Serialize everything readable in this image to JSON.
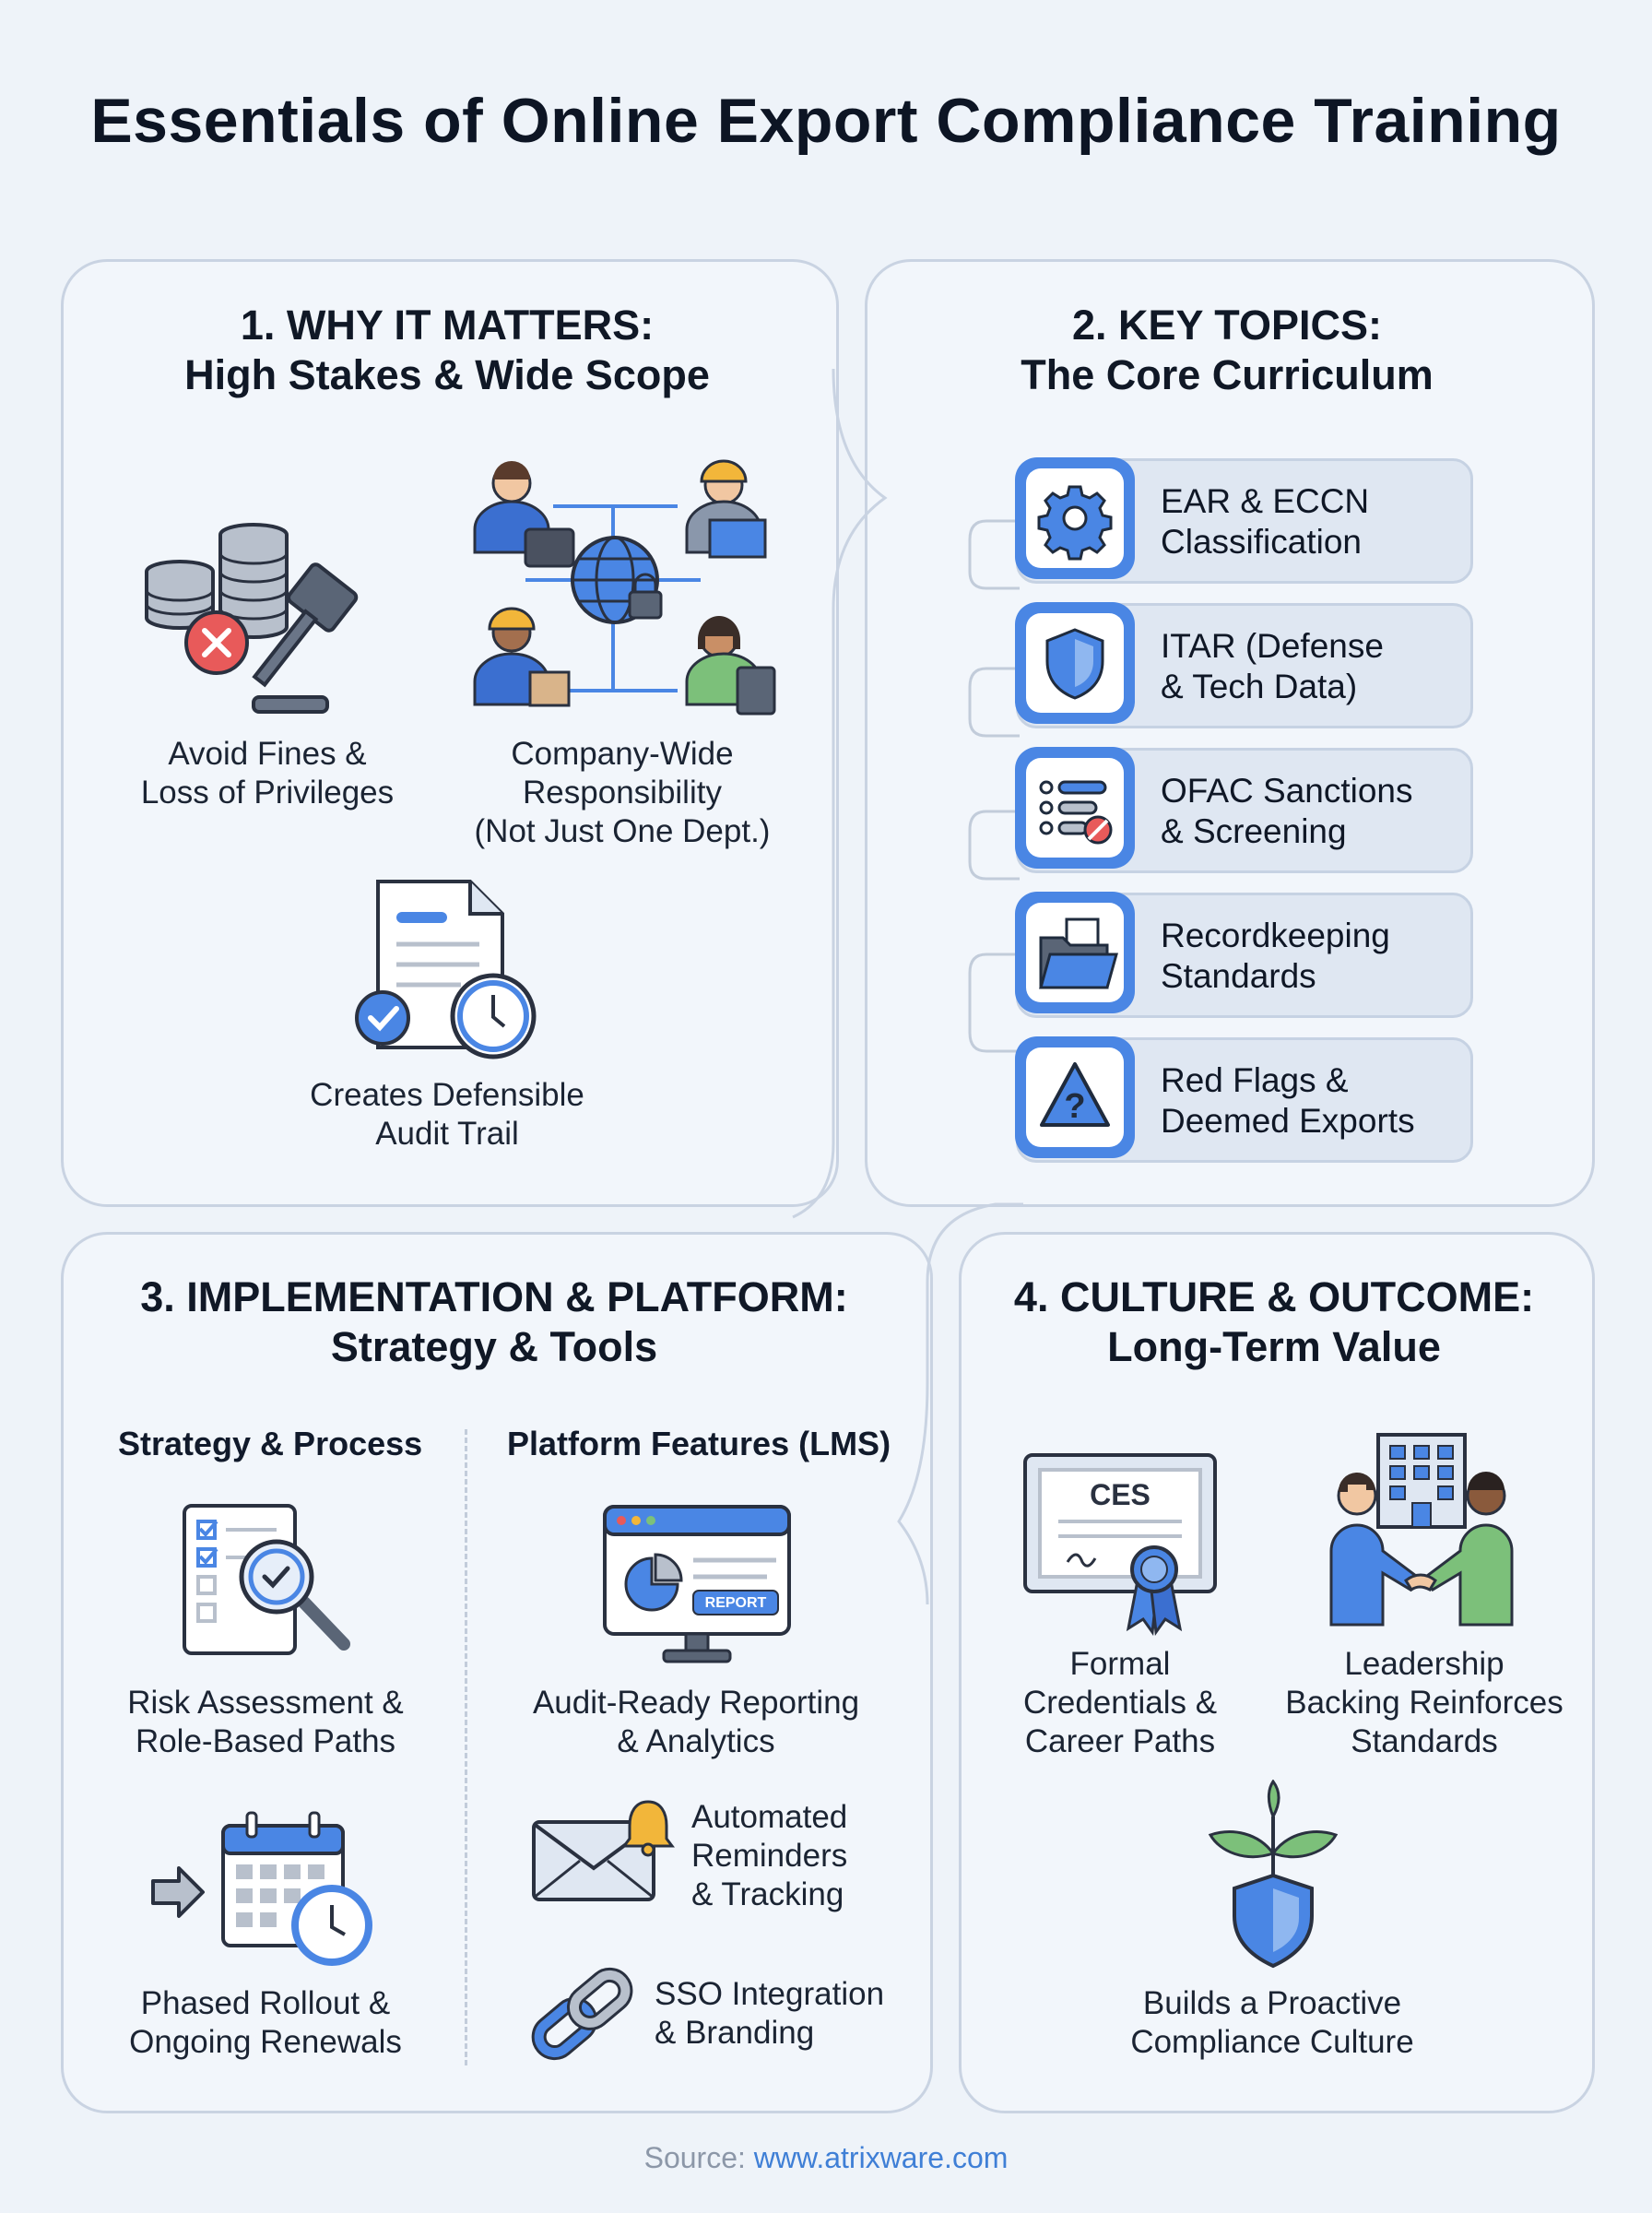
{
  "title": "Essentials of Online Export Compliance Training",
  "panels": {
    "p1": {
      "heading_line1": "1. WHY IT MATTERS:",
      "heading_line2": "High Stakes & Wide Scope",
      "items": [
        {
          "line1": "Avoid Fines &",
          "line2": "Loss of Privileges",
          "icon": "gavel-fine-icon"
        },
        {
          "line1": "Company-Wide",
          "line2": "Responsibility",
          "line3": "(Not Just One Dept.)",
          "icon": "team-network-icon"
        },
        {
          "line1": "Creates Defensible",
          "line2": "Audit Trail",
          "icon": "audit-document-icon"
        }
      ]
    },
    "p2": {
      "heading_line1": "2. KEY TOPICS:",
      "heading_line2": "The Core Curriculum",
      "topics": [
        {
          "line1": "EAR & ECCN",
          "line2": "Classification",
          "icon": "gear-icon"
        },
        {
          "line1": "ITAR (Defense",
          "line2": "& Tech Data)",
          "icon": "shield-icon"
        },
        {
          "line1": "OFAC Sanctions",
          "line2": "& Screening",
          "icon": "screening-list-icon"
        },
        {
          "line1": "Recordkeeping",
          "line2": "Standards",
          "icon": "folder-icon"
        },
        {
          "line1": "Red Flags &",
          "line2": "Deemed Exports",
          "icon": "warning-icon"
        }
      ]
    },
    "p3": {
      "heading_line1": "3. IMPLEMENTATION & PLATFORM:",
      "heading_line2": "Strategy & Tools",
      "col1_title": "Strategy & Process",
      "col2_title": "Platform Features (LMS)",
      "strategy": [
        {
          "line1": "Risk Assessment &",
          "line2": "Role-Based Paths",
          "icon": "checklist-magnifier-icon"
        },
        {
          "line1": "Phased Rollout &",
          "line2": "Ongoing Renewals",
          "icon": "calendar-renewal-icon"
        }
      ],
      "platform": [
        {
          "line1": "Audit-Ready Reporting",
          "line2": "& Analytics",
          "icon": "report-monitor-icon",
          "badge": "REPORT"
        },
        {
          "line1": "Automated",
          "line2": "Reminders",
          "line3": "& Tracking",
          "icon": "envelope-bell-icon"
        },
        {
          "line1": "SSO Integration",
          "line2": "& Branding",
          "icon": "chain-link-icon"
        }
      ]
    },
    "p4": {
      "heading_line1": "4. CULTURE & OUTCOME:",
      "heading_line2": "Long-Term Value",
      "items": [
        {
          "line1": "Formal",
          "line2": "Credentials &",
          "line3": "Career Paths",
          "icon": "certificate-icon",
          "badge": "CES"
        },
        {
          "line1": "Leadership",
          "line2": "Backing Reinforces",
          "line3": "Standards",
          "icon": "handshake-icon"
        },
        {
          "line1": "Builds a Proactive",
          "line2": "Compliance Culture",
          "icon": "sprout-shield-icon"
        }
      ]
    }
  },
  "source": {
    "label": "Source:",
    "url": "www.atrixware.com"
  },
  "colors": {
    "accent": "#4a86e4",
    "panel_border": "#c9d3e2",
    "background": "#eef3f9",
    "danger": "#e85a5a"
  }
}
